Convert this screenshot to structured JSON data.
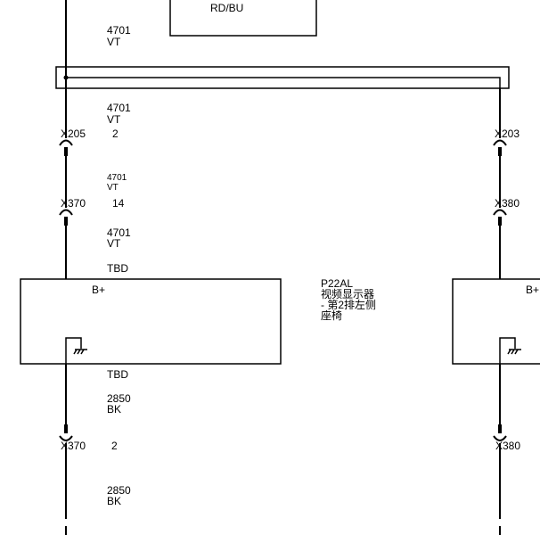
{
  "top_component": {
    "label": "RD/BU"
  },
  "wire_top": {
    "circuit": "4701",
    "color": "VT"
  },
  "wire_mid1": {
    "circuit": "4701",
    "color": "VT"
  },
  "connector_x205": {
    "name": "X205",
    "pin": "2"
  },
  "connector_x203": {
    "name": "X203"
  },
  "wire_mid2": {
    "circuit": "4701",
    "color": "VT"
  },
  "connector_x370_top": {
    "name": "X370",
    "pin": "14"
  },
  "connector_x380_top": {
    "name": "X380"
  },
  "wire_mid3": {
    "circuit": "4701",
    "color": "VT"
  },
  "pin_tbd_top": "TBD",
  "module_main": {
    "bplus_label": "B+",
    "id": "P22AL",
    "desc_lines": [
      "视频显示器",
      "- 第2排左侧",
      "座椅"
    ]
  },
  "module_right": {
    "bplus_label": "B+"
  },
  "pin_tbd_bottom": "TBD",
  "wire_ground1": {
    "circuit": "2850",
    "color": "BK"
  },
  "connector_x370_bottom": {
    "name": "X370",
    "pin": "2"
  },
  "connector_x380_bottom": {
    "name": "X380"
  },
  "wire_ground2": {
    "circuit": "2850",
    "color": "BK"
  }
}
